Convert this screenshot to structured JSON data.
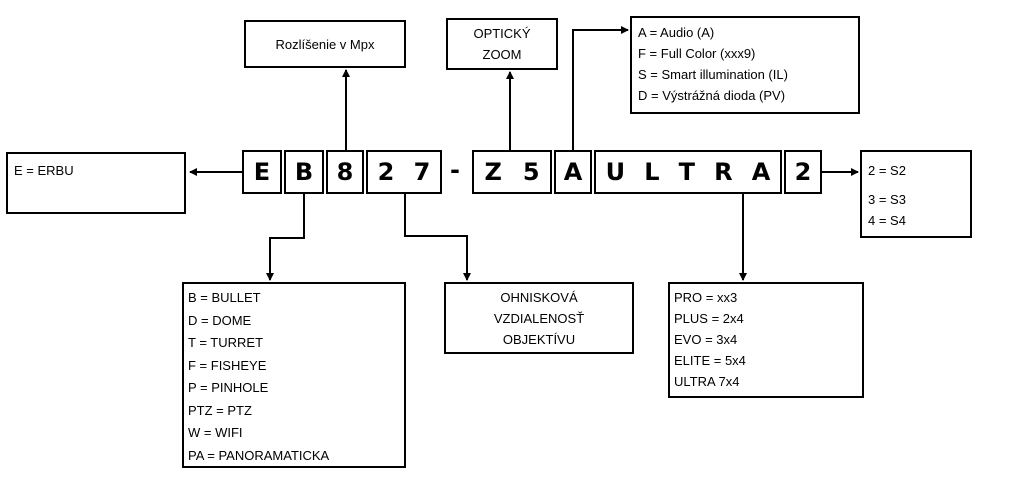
{
  "code": {
    "segments": [
      {
        "id": "e",
        "chars": [
          "E"
        ]
      },
      {
        "id": "b",
        "chars": [
          "B"
        ]
      },
      {
        "id": "n8",
        "chars": [
          "8"
        ]
      },
      {
        "id": "n27",
        "chars": [
          "2",
          "7"
        ]
      },
      {
        "id": "z5",
        "chars": [
          "Z",
          "5"
        ]
      },
      {
        "id": "a",
        "chars": [
          "A"
        ]
      },
      {
        "id": "ultra",
        "chars": [
          "U",
          "L",
          "T",
          "R",
          "A"
        ]
      },
      {
        "id": "n2",
        "chars": [
          "2"
        ]
      }
    ],
    "dash": "-"
  },
  "labels": {
    "resolution": "Rozlíšenie v Mpx",
    "zoom": [
      "OPTICKÝ",
      "ZOOM"
    ],
    "features": [
      "A = Audio (A)",
      "F = Full Color (xxx9)",
      "S = Smart illumination (IL)",
      "D = Výstrážná dioda (PV)"
    ],
    "brand": [
      "E = ERBU"
    ],
    "series": [
      "2 = S2",
      "3 = S3",
      "4 = S4"
    ],
    "housing": [
      "B = BULLET",
      "D = DOME",
      "T = TURRET",
      "F = FISHEYE",
      "P = PINHOLE",
      "PTZ = PTZ",
      "W = WIFI",
      "PA = PANORAMATICKA"
    ],
    "focal": [
      "OHNISKOVÁ",
      "VZDIALENOSŤ",
      "OBJEKTÍVU"
    ],
    "line": [
      "PRO = xx3",
      "PLUS = 2x4",
      "EVO = 3x4",
      "ELITE = 5x4",
      "ULTRA 7x4"
    ]
  }
}
